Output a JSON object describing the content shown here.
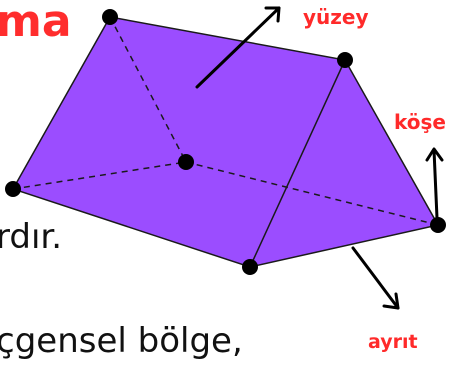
{
  "title_fragment": "ma",
  "labels": {
    "face": "yüzey",
    "vertex": "köşe",
    "edge": "ayrıt"
  },
  "body_text": {
    "line1": "rdır.",
    "line2": "çgensel bölge,"
  },
  "colors": {
    "prism_fill": "#9B4DFF",
    "title_red": "#FF2D2D",
    "label_red": "#FF2A2A",
    "edge_stroke": "#1a1a1a",
    "vertex_dot": "#000000"
  }
}
